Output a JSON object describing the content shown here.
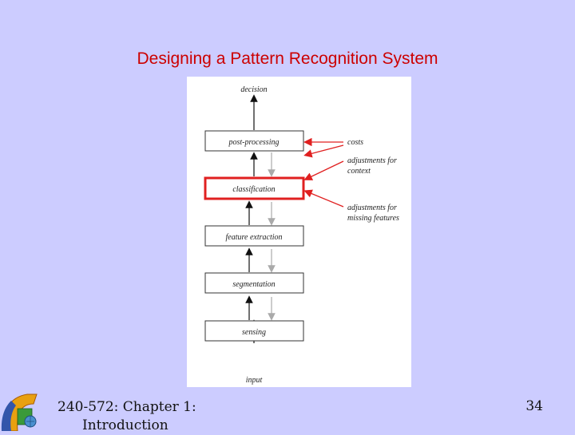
{
  "slide": {
    "title": "Designing a Pattern Recognition System",
    "footer_course": "240-572: Chapter 1:",
    "footer_topic": "Introduction",
    "page_number": "34"
  },
  "diagram": {
    "output_label": "decision",
    "input_label": "input",
    "stages": [
      "post-processing",
      "classification",
      "feature extraction",
      "segmentation",
      "sensing"
    ],
    "highlighted_stage": "classification",
    "side_inputs": [
      "costs",
      "adjustments for context",
      "adjustments for missing features"
    ],
    "colors": {
      "highlight": "#e02020",
      "forward_arrow": "#111111",
      "feedback_arrow": "#aaaaaa"
    }
  }
}
